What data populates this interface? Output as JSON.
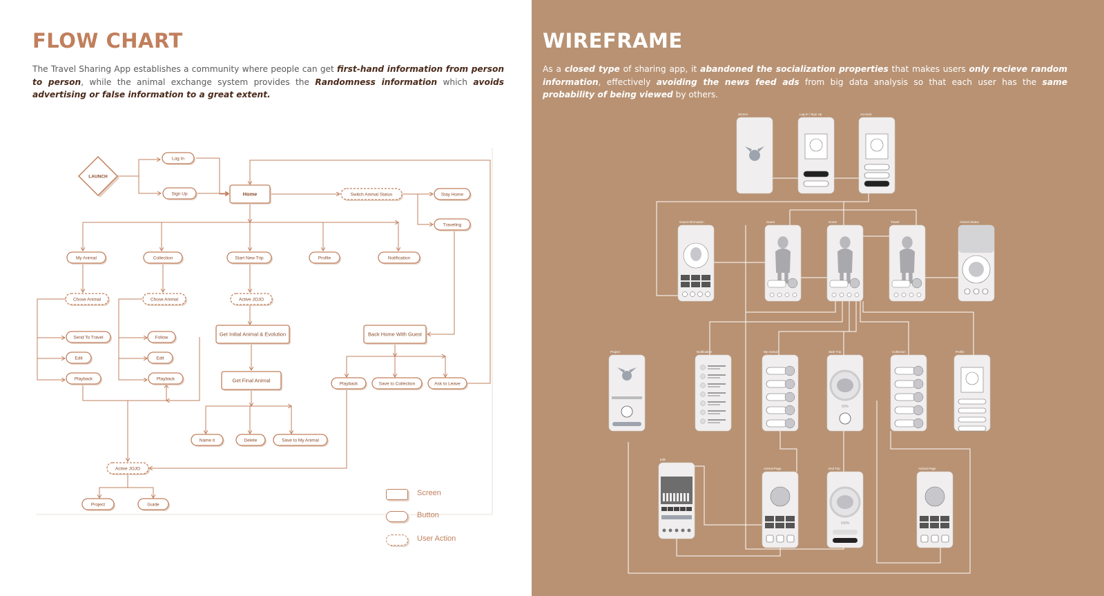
{
  "flowchart": {
    "title": "FLOW CHART",
    "intro": [
      {
        "t": "The Travel Sharing App establishes a community where people can get ",
        "b": false
      },
      {
        "t": "first-hand information from person to person",
        "b": true
      },
      {
        "t": ", while the animal exchange system provides the ",
        "b": false
      },
      {
        "t": "Randomness information",
        "b": true
      },
      {
        "t": " which ",
        "b": false
      },
      {
        "t": "avoids advertising or false information to a great extent.",
        "b": true
      }
    ],
    "nodes": {
      "launch": "LAUNCH",
      "login": "Log In",
      "signup": "Sign Up",
      "home": "Home",
      "switch_status": "Switch Animal Status",
      "stay_home": "Stay Home",
      "traveling": "Traveling",
      "my_animal": "My Animal",
      "collection": "Collection",
      "start_new_trip": "Start New Trip",
      "profile": "Profile",
      "notification": "Notification",
      "chose_animal_1": "Chose Animal",
      "chose_animal_2": "Chose Animal",
      "active_jojo_1": "Active JOJO",
      "send_to_travel": "Send To Travel",
      "edit_1": "Edit",
      "playback_1": "Playback",
      "follow": "Follow",
      "edit_2": "Edit",
      "playback_2": "Playback",
      "get_initial": "Get Initial Animal & Evolution",
      "get_final": "Get Final Animal",
      "back_home_guest": "Back Home With Guest",
      "playback_3": "Playback",
      "save_collection": "Save to Collection",
      "ask_leave": "Ask to Leave",
      "name_it": "Name it",
      "delete": "Delete",
      "save_my_animal": "Save to My Animal",
      "active_jojo_2": "Active JOJO",
      "project": "Project",
      "guide": "Guide"
    },
    "legend": {
      "screen": "Screen",
      "button": "Button",
      "user_action": "User Action"
    }
  },
  "wireframe": {
    "title": "WIREFRAME",
    "intro": [
      {
        "t": "As a ",
        "b": false
      },
      {
        "t": "closed type",
        "b": true
      },
      {
        "t": " of sharing app, it ",
        "b": false
      },
      {
        "t": "abandoned the socialization properties",
        "b": true
      },
      {
        "t": " that makes users ",
        "b": false
      },
      {
        "t": "only recieve random information",
        "b": true
      },
      {
        "t": ", effectively ",
        "b": false
      },
      {
        "t": "avoiding the news feed ads",
        "b": true
      },
      {
        "t": " from big data analysis so that each user has the ",
        "b": false
      },
      {
        "t": "same probability of being viewed",
        "b": true
      },
      {
        "t": " by others.",
        "b": false
      }
    ],
    "screens": {
      "screen": "Screen",
      "login_signup": "Log In / Sign Up",
      "account": "Account",
      "guest_info": "Guest Information",
      "guest": "Guest",
      "home": "Home",
      "travel": "Travel",
      "animal_status": "Animal Status",
      "project": "Project",
      "notification": "Notification",
      "my_animal": "My Animal",
      "start_trip": "Start Trip",
      "collection": "Collection",
      "profile": "Profile",
      "edit": "Edit",
      "animal_page_1": "Animal Page",
      "end_trip": "End Trip",
      "animal_page_2": "Animal Page"
    },
    "percent_1": "50%",
    "percent_2": "100%"
  },
  "colors": {
    "accent": "#c17f5c",
    "panel": "#b89273",
    "shadow": "#e4d2c6",
    "wire": "#f0eeee"
  }
}
